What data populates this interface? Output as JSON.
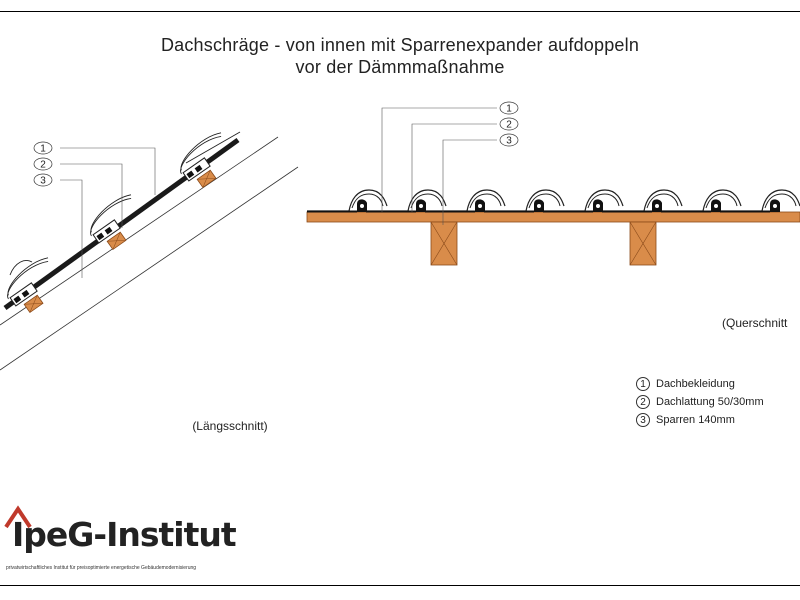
{
  "title": {
    "line1": "Dachschräge - von innen mit Sparrenexpander aufdoppeln",
    "line2": "vor der Dämmmaßnahme"
  },
  "views": {
    "longitudinal": "(Längsschnitt)",
    "cross": "(Querschnitt"
  },
  "callouts": {
    "left": [
      "1",
      "2",
      "3"
    ],
    "right": [
      "1",
      "2",
      "3"
    ]
  },
  "legend": [
    {
      "number": "1",
      "label": "Dachbekleidung"
    },
    {
      "number": "2",
      "label": "Dachlattung 50/30mm"
    },
    {
      "number": "3",
      "label": "Sparren 140mm"
    }
  ],
  "logo": {
    "name": "IpeG-Institut",
    "tagline": "privatwirtschaftliches Institut für preisoptimierte energetische Gebäudemodernisierung",
    "accent_color": "#c0392b"
  },
  "colors": {
    "timber": "#d98c4a",
    "timber_stroke": "#8a4a1a",
    "tile": "#ffffff",
    "line": "#222222"
  }
}
